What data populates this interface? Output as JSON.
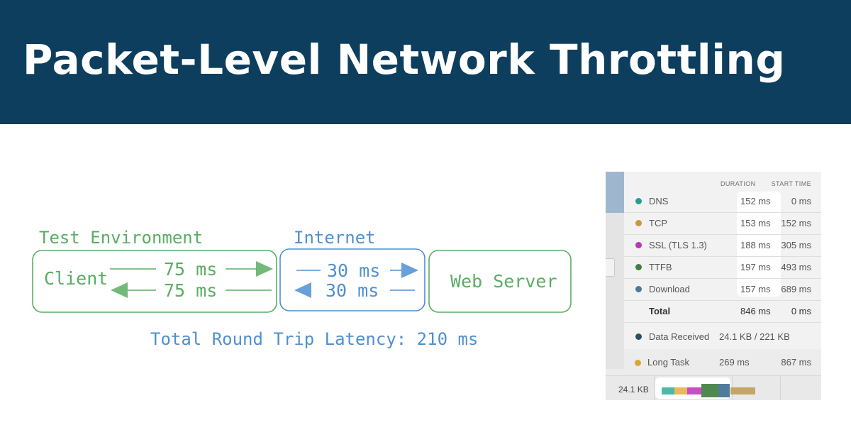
{
  "title": "Packet-Level Network Throttling",
  "diagram": {
    "test_env_label": "Test Environment",
    "internet_label": "Internet",
    "client_label": "Client",
    "web_server_label": "Web Server",
    "client_upstream": "75 ms",
    "client_downstream": "75 ms",
    "internet_upstream": "30 ms",
    "internet_downstream": "30 ms",
    "total_latency": "Total Round Trip Latency: 210 ms",
    "colors": {
      "green": "#5aad63",
      "blue": "#4f8fd1"
    }
  },
  "waterfall": {
    "headers": {
      "duration": "DURATION",
      "start_time": "START TIME"
    },
    "rows": [
      {
        "name": "DNS",
        "duration": "152 ms",
        "start": "0 ms",
        "color": "#2a9d8f"
      },
      {
        "name": "TCP",
        "duration": "153 ms",
        "start": "152 ms",
        "color": "#c9973d"
      },
      {
        "name": "SSL (TLS 1.3)",
        "duration": "188 ms",
        "start": "305 ms",
        "color": "#b43cb3"
      },
      {
        "name": "TTFB",
        "duration": "197 ms",
        "start": "493 ms",
        "color": "#3f7f3f"
      },
      {
        "name": "Download",
        "duration": "157 ms",
        "start": "689 ms",
        "color": "#4a7a98"
      }
    ],
    "total": {
      "name": "Total",
      "duration": "846 ms",
      "start": "0 ms"
    },
    "data_received": {
      "name": "Data Received",
      "value": "24.1 KB / 221 KB",
      "color": "#2f4d63"
    },
    "long_task": {
      "name": "Long Task",
      "duration": "269 ms",
      "start": "867 ms",
      "color": "#d4a73a"
    },
    "bottom_size": "24.1 KB"
  }
}
